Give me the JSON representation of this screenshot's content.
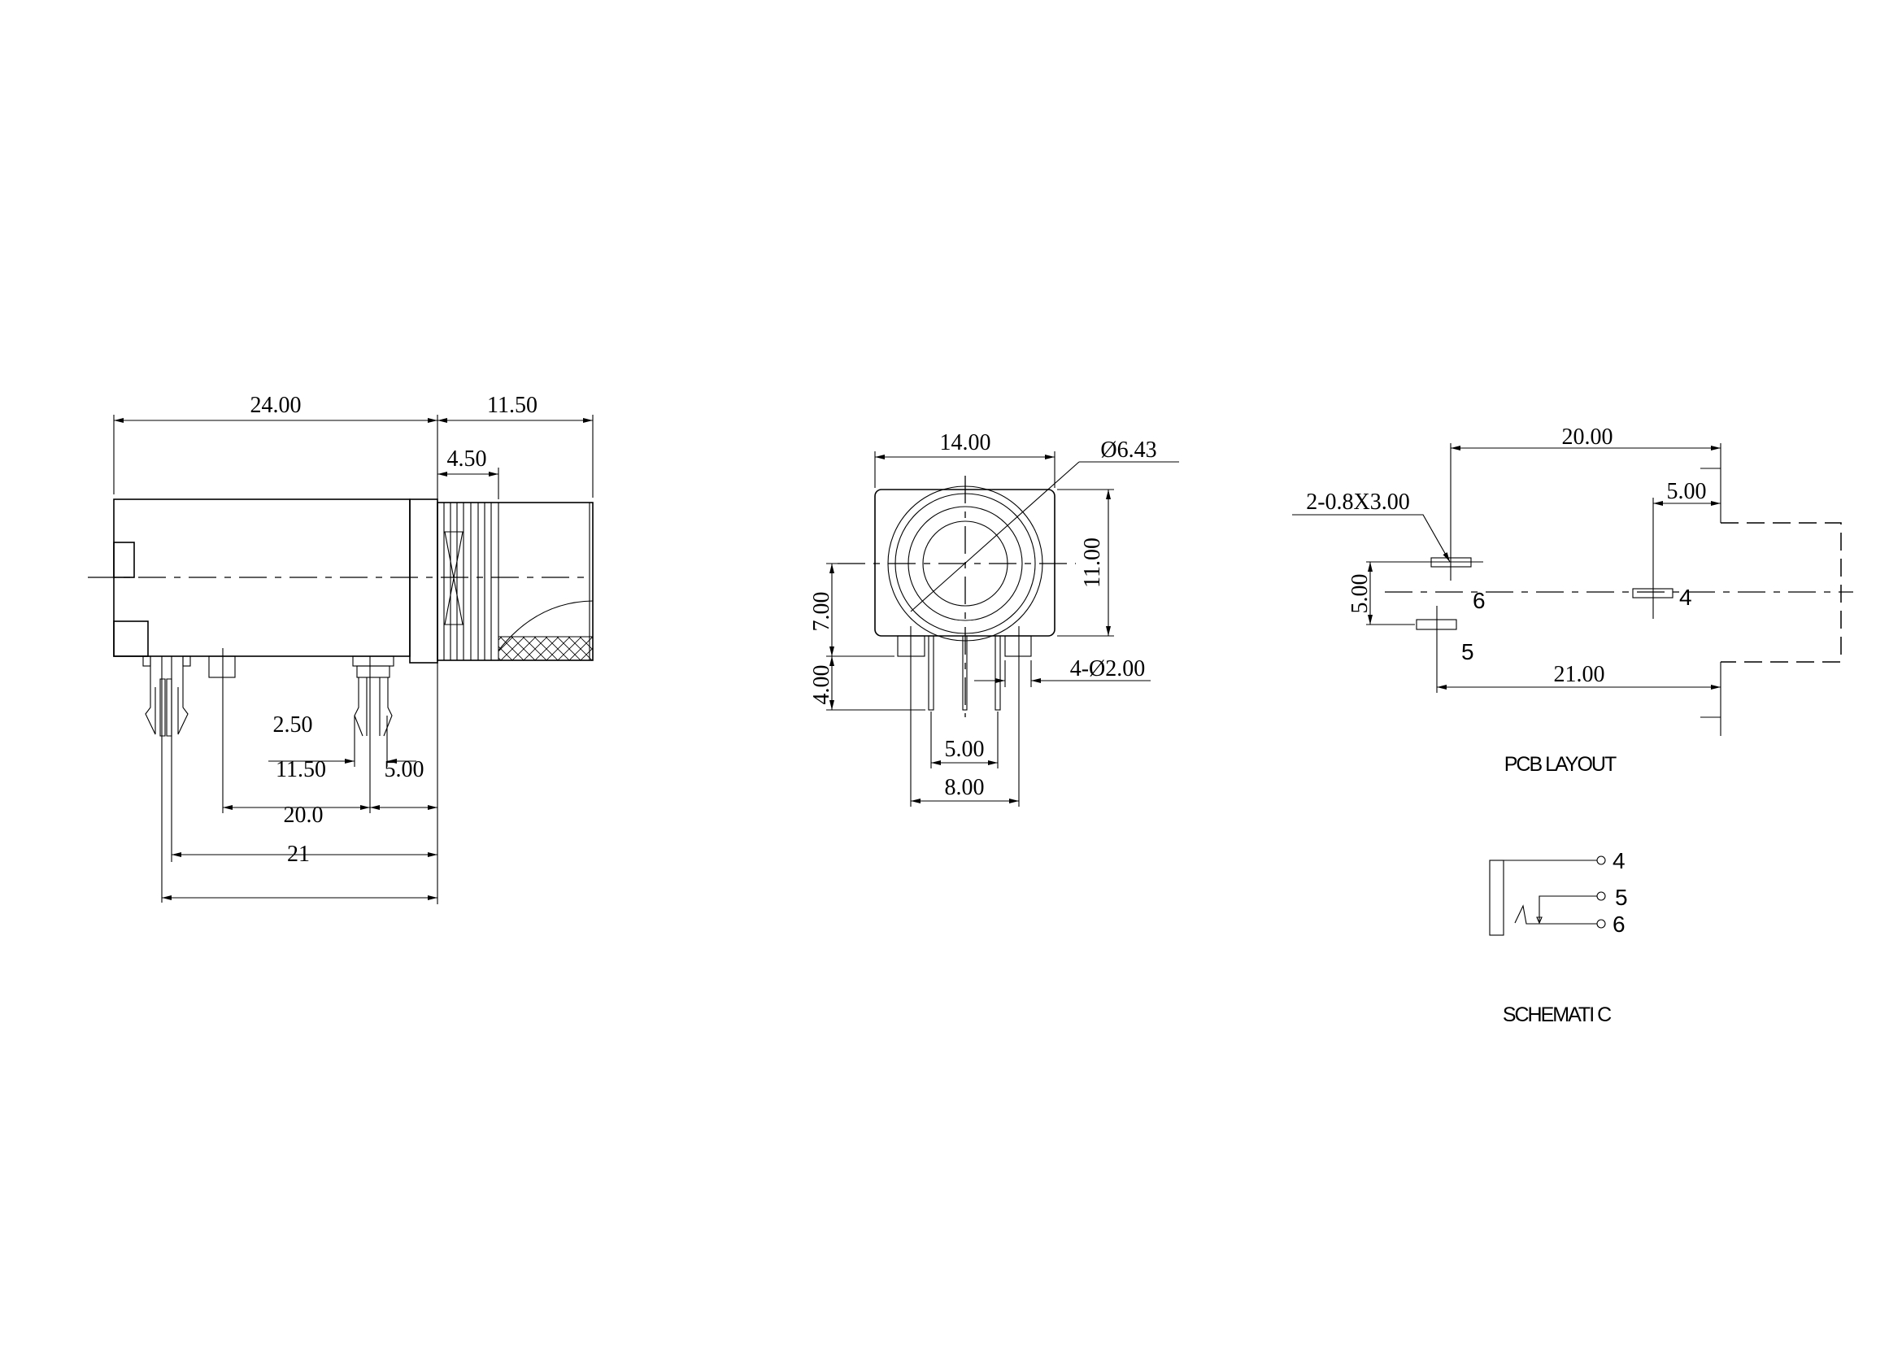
{
  "side_view": {
    "dims": {
      "overall_length": "24.00",
      "nose_length": "11.50",
      "thread_length": "4.50",
      "pin_pitch": "2.50",
      "pin_spacing": "11.50",
      "front_offset": "5.00",
      "pin_row_20": "20.0",
      "pin_row_21": "21"
    }
  },
  "front_view": {
    "dims": {
      "width": "14.00",
      "bore_diameter": "Ø6.43",
      "height": "11.00",
      "center_height": "7.00",
      "pin_length": "4.00",
      "peg_holes": "4-Ø2.00",
      "pin_pitch": "5.00",
      "peg_spacing": "8.00"
    }
  },
  "pcb_layout": {
    "title": "PCB LAYOUT",
    "dims": {
      "pad_span": "20.00",
      "pad_offset": "5.00",
      "slot_spec": "2-0.8X3.00",
      "pad_vertical": "5.00",
      "outline_span": "21.00"
    },
    "pads": [
      "6",
      "4",
      "5"
    ]
  },
  "schematic": {
    "title": "SCHEMATI C",
    "pins": [
      "4",
      "5",
      "6"
    ]
  }
}
